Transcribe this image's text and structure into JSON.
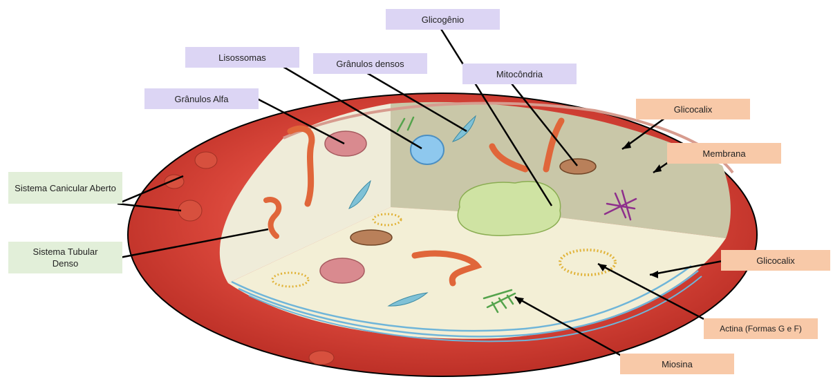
{
  "labels": {
    "glicogenio": "Glicogênio",
    "lisossomas": "Lisossomas",
    "granulos_densos": "Grânulos densos",
    "mitocondria": "Mitocôndria",
    "granulos_alfa": "Grânulos Alfa",
    "glicocalix_top": "Glicocalix",
    "membrana": "Membrana",
    "sistema_canicular": "Sistema Canicular Aberto",
    "sistema_tubular": "Sistema Tubular Denso",
    "glicocalix_right": "Glicocalix",
    "actina": "Actina (Formas G e F)",
    "miosina": "Miosina"
  },
  "colors": {
    "purple_label": "#dcd5f4",
    "orange_label": "#f8c9a8",
    "green_label": "#e2efd9",
    "membrane_red": "#c8372c",
    "cytoplasm": "#f3efd6",
    "back_wall": "#c9c7a8"
  }
}
